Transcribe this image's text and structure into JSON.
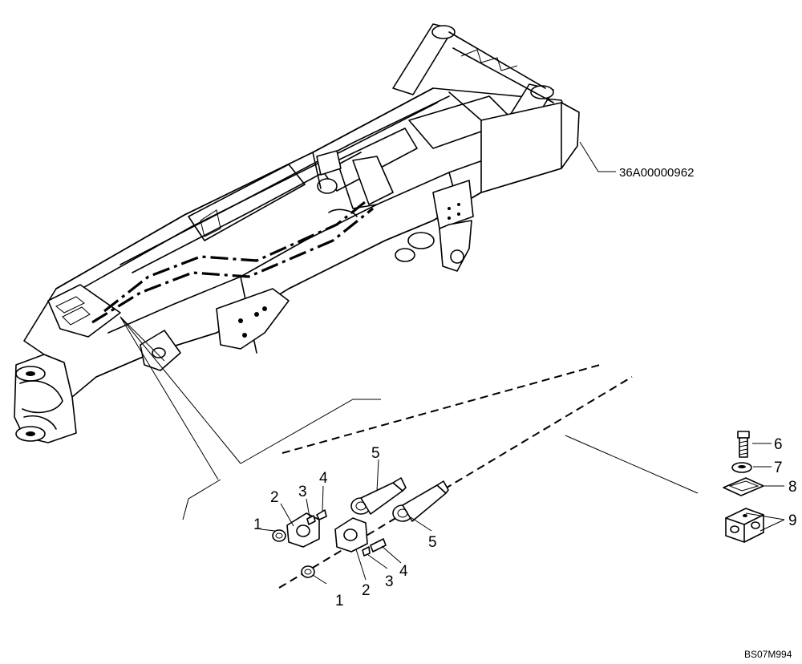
{
  "diagram": {
    "assembly_ref": "36A00000962",
    "drawing_code": "BS07M994",
    "callouts": {
      "c1_left": "1",
      "c1_right": "1",
      "c2_left": "2",
      "c2_right": "2",
      "c3_left": "3",
      "c3_right": "3",
      "c4_left": "4",
      "c4_right": "4",
      "c5_left": "5",
      "c5_right": "5",
      "c6": "6",
      "c7": "7",
      "c8": "8",
      "c9": "9"
    }
  }
}
